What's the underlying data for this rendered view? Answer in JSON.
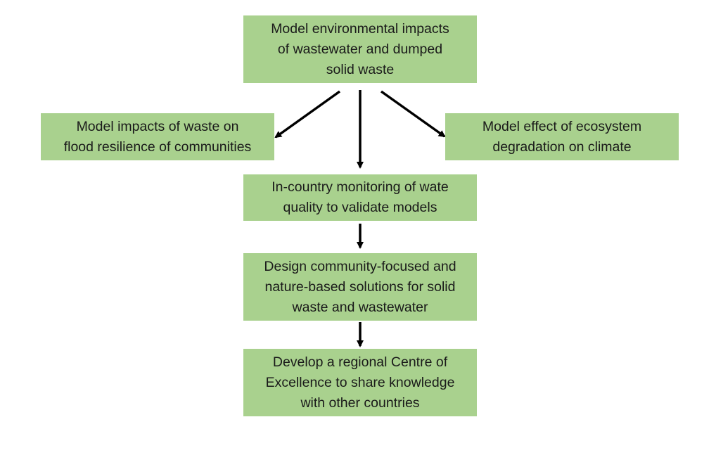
{
  "colors": {
    "box_fill": "#a9d18e",
    "arrow": "#000000"
  },
  "nodes": {
    "top": {
      "lines": [
        "Model environmental impacts",
        "of wastewater and dumped",
        "solid waste"
      ]
    },
    "left": {
      "lines": [
        "Model impacts of waste on",
        "flood resilience of communities"
      ]
    },
    "right": {
      "lines": [
        "Model effect of ecosystem",
        "degradation on climate"
      ]
    },
    "monitoring": {
      "lines": [
        "In-country monitoring of wate",
        "quality to validate models"
      ]
    },
    "design": {
      "lines": [
        "Design community-focused and",
        "nature-based solutions for  solid",
        "waste and wastewater"
      ]
    },
    "centre": {
      "lines": [
        "Develop a regional Centre of",
        "Excellence to share knowledge",
        "with other countries"
      ]
    }
  },
  "edges": [
    {
      "from": "top",
      "to": "left"
    },
    {
      "from": "top",
      "to": "monitoring"
    },
    {
      "from": "top",
      "to": "right"
    },
    {
      "from": "monitoring",
      "to": "design"
    },
    {
      "from": "design",
      "to": "centre"
    }
  ]
}
